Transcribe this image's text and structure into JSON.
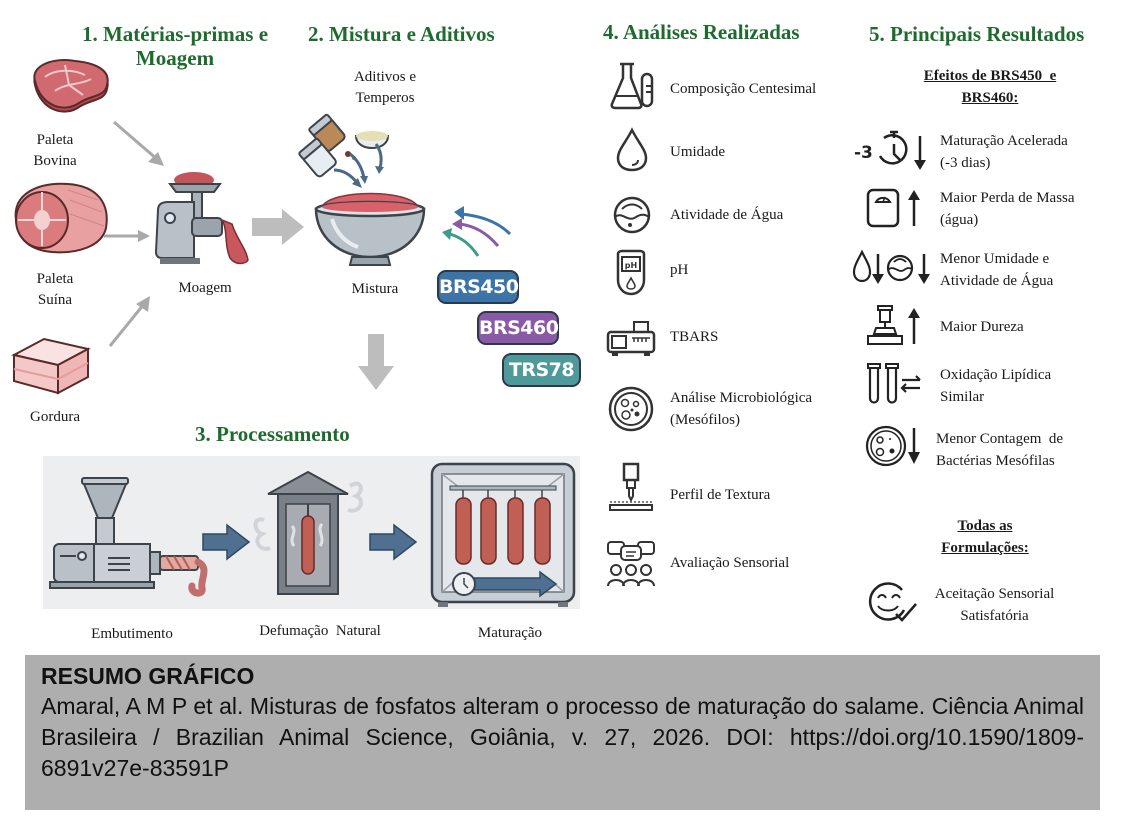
{
  "sections": {
    "raw_materials": {
      "title_line1": "1. Matérias-primas e",
      "title_line2": "Moagem",
      "items": [
        {
          "label_line1": "Paleta",
          "label_line2": "Bovina",
          "icon": "beef-steak-icon"
        },
        {
          "label_line1": "Paleta",
          "label_line2": "Suína",
          "icon": "pork-shoulder-icon"
        },
        {
          "label_line1": "Gordura",
          "label_line2": "",
          "icon": "fat-block-icon"
        }
      ],
      "grinder_label": "Moagem"
    },
    "mixing": {
      "title": "2. Mistura e Aditivos",
      "additives_line1": "Aditivos e",
      "additives_line2": "Temperos",
      "bowl_label": "Mistura",
      "phosphate_blends": [
        {
          "label": "BRS450",
          "color": "#3d74a8"
        },
        {
          "label": "BRS460",
          "color": "#8a5aa6"
        },
        {
          "label": "TRS78",
          "color": "#4e9a9a"
        }
      ]
    },
    "processing": {
      "title": "3. Processamento",
      "steps": [
        {
          "label": "Embutimento",
          "icon": "stuffing-machine-icon"
        },
        {
          "label": "Defumação  Natural",
          "icon": "smokehouse-icon"
        },
        {
          "label": "Maturação",
          "icon": "maturation-chamber-icon"
        }
      ]
    },
    "analyses": {
      "title": "4. Análises Realizadas",
      "items": [
        {
          "label_line1": "Composição Centesimal",
          "label_line2": "",
          "icon": "flask-tube-icon"
        },
        {
          "label_line1": "Umidade",
          "label_line2": "",
          "icon": "water-drop-icon"
        },
        {
          "label_line1": "Atividade de Água",
          "label_line2": "",
          "icon": "water-activity-icon"
        },
        {
          "label_line1": "pH",
          "label_line2": "",
          "icon": "ph-meter-icon",
          "icon_text": "pH"
        },
        {
          "label_line1": "TBARS",
          "label_line2": "",
          "icon": "spectrophotometer-icon"
        },
        {
          "label_line1": "Análise Microbiológica",
          "label_line2": "(Mesófilos)",
          "icon": "petri-dish-icon"
        },
        {
          "label_line1": "Perfil de Textura",
          "label_line2": "",
          "icon": "texture-analyzer-icon"
        },
        {
          "label_line1": "Avaliação Sensorial",
          "label_line2": "",
          "icon": "sensory-panel-icon"
        }
      ]
    },
    "results": {
      "title": "5. Principais Resultados",
      "effects_heading_line1": "Efeitos de BRS450  e",
      "effects_heading_line2": "BRS460:",
      "effects": [
        {
          "label_line1": "Maturação Acelerada",
          "label_line2": "(-3 dias)",
          "icon": "stopwatch-down-icon",
          "icon_text": "-3"
        },
        {
          "label_line1": "Maior Perda de Massa",
          "label_line2": "(água)",
          "icon": "scale-up-icon"
        },
        {
          "label_line1": "Menor Umidade e",
          "label_line2": "Atividade de Água",
          "icon": "drop-water-activity-down-icon"
        },
        {
          "label_line1": "Maior Dureza",
          "label_line2": "",
          "icon": "texture-probe-up-icon"
        },
        {
          "label_line1": "Oxidação Lipídica",
          "label_line2": "Similar",
          "icon": "test-tubes-equal-icon"
        },
        {
          "label_line1": "Menor Contagem  de",
          "label_line2": "Bactérias Mesófilas",
          "icon": "petri-dish-down-icon"
        }
      ],
      "all_heading_line1": "Todas as",
      "all_heading_line2": "Formulações:",
      "all": [
        {
          "label_line1": "Aceitação Sensorial",
          "label_line2": "Satisfatória",
          "icon": "smiley-check-icon"
        }
      ]
    }
  },
  "footer": {
    "title": "RESUMO GRÁFICO",
    "citation": "Amaral, A M P et al. Misturas de fosfatos alteram o processo de maturação do salame. Ciência Animal Brasileira / Brazilian Animal Science, Goiânia, v. 27, 2026. DOI: https://doi.org/10.1590/1809-6891v27e-83591P"
  },
  "colors": {
    "section_title": "#1e6b2e",
    "flow_arrow_gray": "#b9b9b9",
    "process_arrow_blue": "#4f7090",
    "footer_bg": "#aeaeae"
  }
}
